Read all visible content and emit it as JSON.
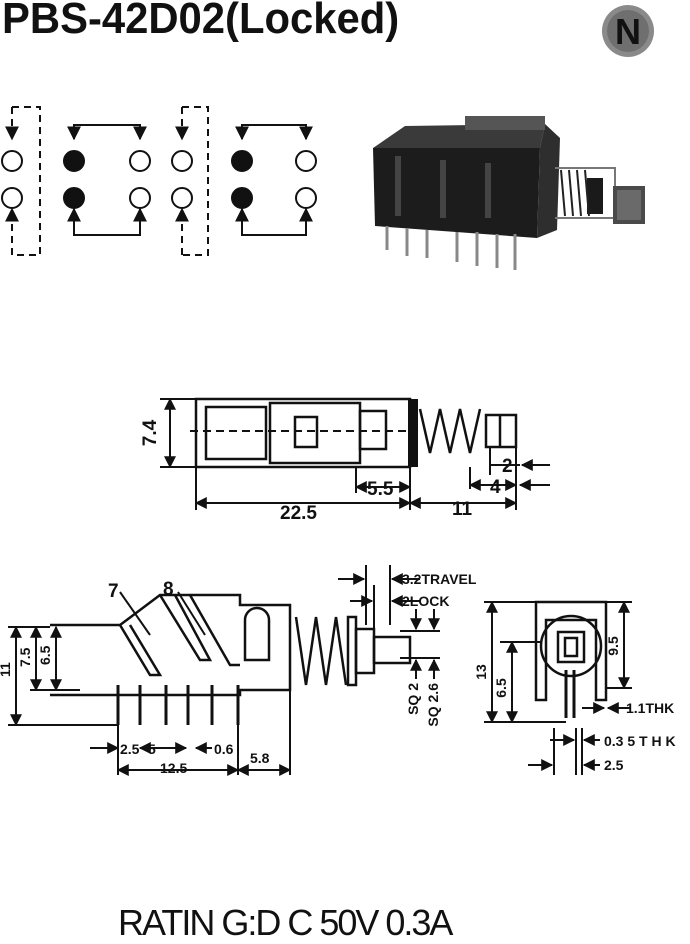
{
  "title": "PBS-42D02(Locked)",
  "logo": {
    "letter": "N",
    "icon": "n-logo-icon"
  },
  "rating": "RATIN G:D C 50V 0.3A",
  "side_view": {
    "height": "7.4",
    "length": "22.5",
    "lock": "5.5",
    "plunger_2": "2",
    "plunger_4": "4",
    "plunger_11": "11"
  },
  "front_view": {
    "label_7": "7",
    "label_8": "8",
    "height_11": "11",
    "height_7_5": "7.5",
    "height_6_5": "6.5",
    "pitch_2_5": "2.5",
    "pitch_5": "5",
    "pin_0_6": "0.6",
    "length_12_5": "12.5",
    "width_5_8": "5.8",
    "travel": "3.2TRAVEL",
    "lock": "2LOCK",
    "sq_2": "SQ 2",
    "sq_2_6": "SQ 2.6"
  },
  "end_view": {
    "height_13": "13",
    "height_6_5": "6.5",
    "height_9_5": "9.5",
    "thk_1_1": "1.1THK",
    "thk_0_35": "0.3 5 T H K",
    "pitch_2_5": "2.5"
  }
}
